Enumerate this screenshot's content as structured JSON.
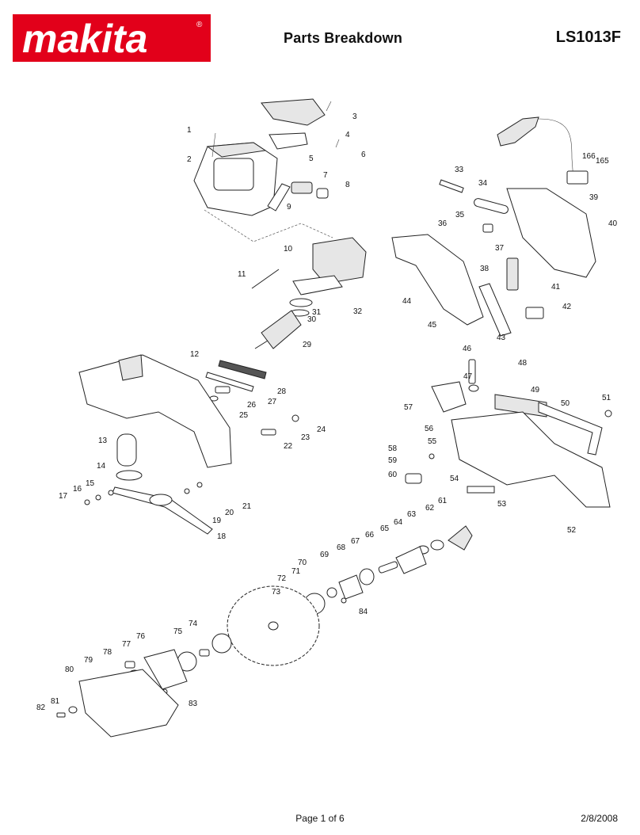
{
  "header": {
    "brand": "makita",
    "registered_mark": "®",
    "title": "Parts Breakdown",
    "model": "LS1013F"
  },
  "brand_color": "#e2001a",
  "footer": {
    "page": "Page 1 of 6",
    "date": "2/8/2008"
  },
  "callouts": [
    "1",
    "2",
    "3",
    "4",
    "5",
    "6",
    "7",
    "8",
    "9",
    "10",
    "11",
    "12",
    "13",
    "14",
    "15",
    "16",
    "17",
    "18",
    "19",
    "20",
    "21",
    "22",
    "23",
    "24",
    "25",
    "26",
    "27",
    "28",
    "29",
    "30",
    "31",
    "32",
    "33",
    "34",
    "35",
    "36",
    "37",
    "38",
    "39",
    "40",
    "41",
    "42",
    "43",
    "44",
    "45",
    "46",
    "47",
    "48",
    "49",
    "50",
    "51",
    "52",
    "53",
    "54",
    "55",
    "56",
    "57",
    "58",
    "59",
    "60",
    "61",
    "62",
    "63",
    "64",
    "65",
    "66",
    "67",
    "68",
    "69",
    "70",
    "71",
    "72",
    "73",
    "74",
    "75",
    "76",
    "77",
    "78",
    "79",
    "80",
    "81",
    "82",
    "83",
    "84",
    "165",
    "166"
  ]
}
